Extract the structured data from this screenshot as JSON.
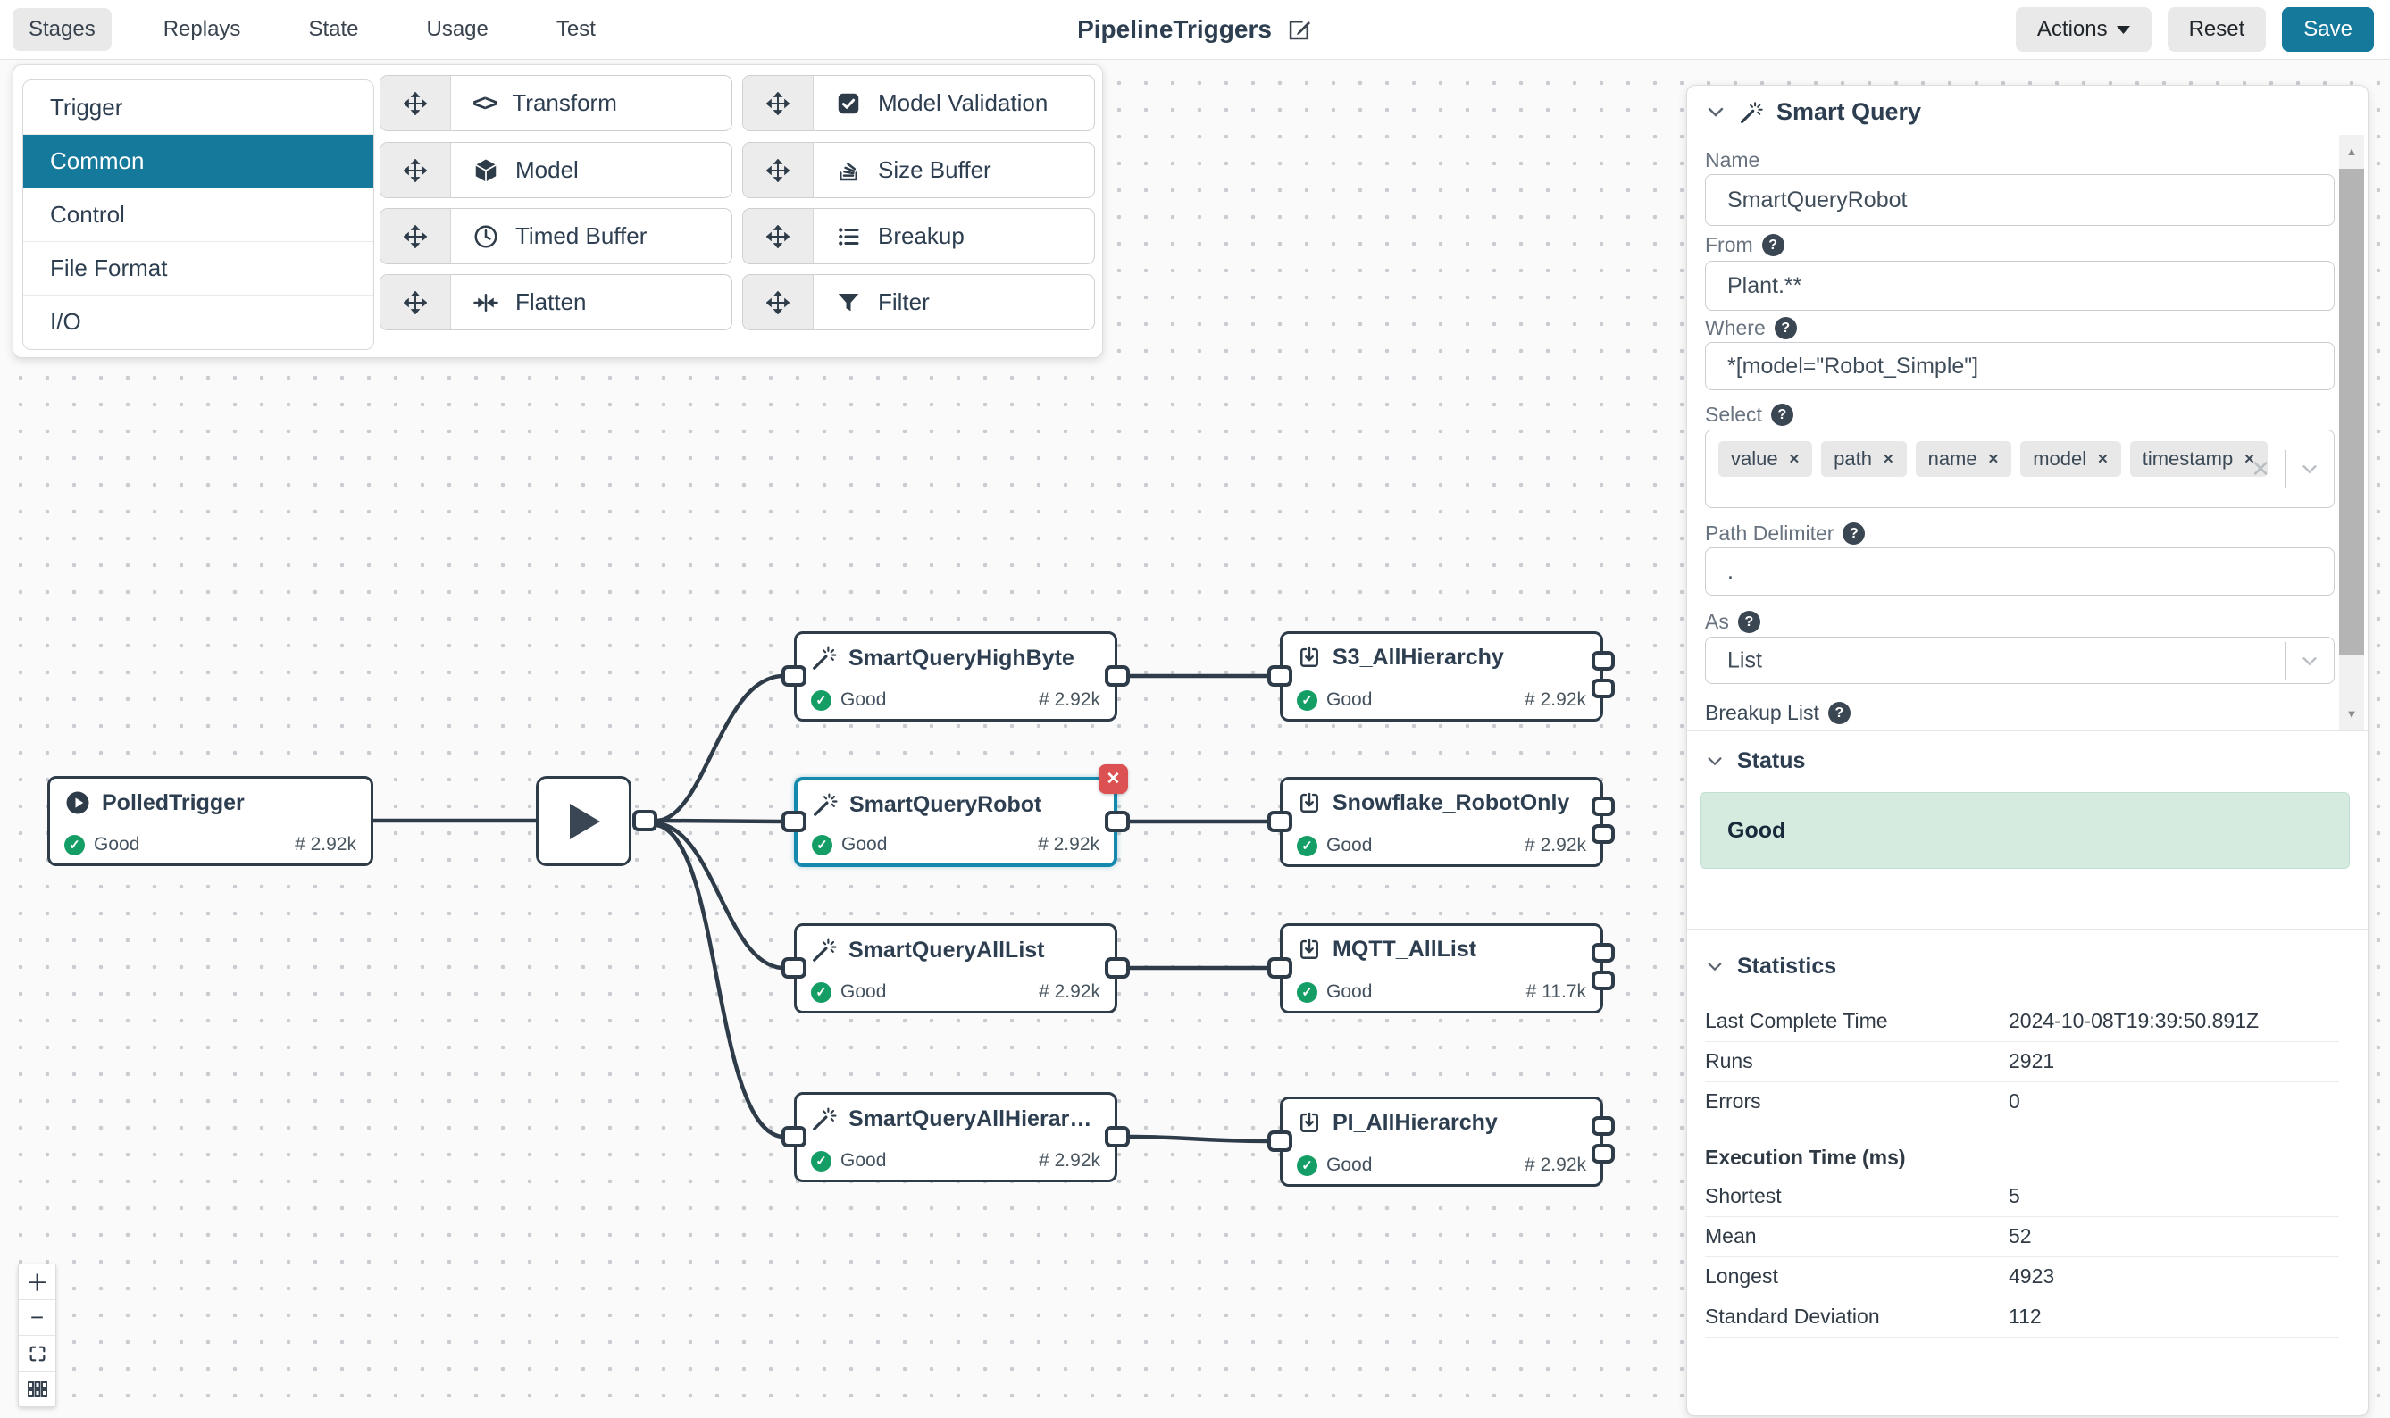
{
  "topbar": {
    "tabs": [
      {
        "label": "Stages",
        "active": true
      },
      {
        "label": "Replays",
        "active": false
      },
      {
        "label": "State",
        "active": false
      },
      {
        "label": "Usage",
        "active": false
      },
      {
        "label": "Test",
        "active": false
      }
    ],
    "title": "PipelineTriggers",
    "actions_label": "Actions",
    "reset_label": "Reset",
    "save_label": "Save"
  },
  "palette": {
    "categories": [
      {
        "label": "Trigger",
        "selected": false
      },
      {
        "label": "Common",
        "selected": true
      },
      {
        "label": "Control",
        "selected": false
      },
      {
        "label": "File Format",
        "selected": false
      },
      {
        "label": "I/O",
        "selected": false
      }
    ],
    "items": [
      {
        "label": "Transform",
        "icon": "code-icon"
      },
      {
        "label": "Model",
        "icon": "cube-icon"
      },
      {
        "label": "Timed Buffer",
        "icon": "clock-icon"
      },
      {
        "label": "Flatten",
        "icon": "flatten-icon"
      },
      {
        "label": "Model Validation",
        "icon": "checkbox-icon"
      },
      {
        "label": "Size Buffer",
        "icon": "stack-icon"
      },
      {
        "label": "Breakup",
        "icon": "list-icon"
      },
      {
        "label": "Filter",
        "icon": "funnel-icon"
      }
    ]
  },
  "canvas": {
    "nodes": {
      "trigger": {
        "title": "PolledTrigger",
        "status": "Good",
        "count": "# 2.92k"
      },
      "highbyte": {
        "title": "SmartQueryHighByte",
        "status": "Good",
        "count": "# 2.92k"
      },
      "robot": {
        "title": "SmartQueryRobot",
        "status": "Good",
        "count": "# 2.92k"
      },
      "alllist": {
        "title": "SmartQueryAllList",
        "status": "Good",
        "count": "# 2.92k"
      },
      "allhier": {
        "title": "SmartQueryAllHierar…",
        "status": "Good",
        "count": "# 2.92k"
      },
      "s3": {
        "title": "S3_AllHierarchy",
        "status": "Good",
        "count": "# 2.92k"
      },
      "snowflake": {
        "title": "Snowflake_RobotOnly",
        "status": "Good",
        "count": "# 2.92k"
      },
      "mqtt": {
        "title": "MQTT_AllList",
        "status": "Good",
        "count": "# 11.7k"
      },
      "pi": {
        "title": "PI_AllHierarchy",
        "status": "Good",
        "count": "# 2.92k"
      }
    }
  },
  "inspector": {
    "header": "Smart Query",
    "name_label": "Name",
    "name_value": "SmartQueryRobot",
    "from_label": "From",
    "from_value": "Plant.**",
    "where_label": "Where",
    "where_value": "*[model=\"Robot_Simple\"]",
    "select_label": "Select",
    "select_tags": [
      "value",
      "path",
      "name",
      "model",
      "timestamp"
    ],
    "path_delimiter_label": "Path Delimiter",
    "path_delimiter_value": ".",
    "as_label": "As",
    "as_value": "List",
    "breakup_label": "Breakup List",
    "status_section": "Status",
    "status_value": "Good",
    "statistics_section": "Statistics",
    "stats": [
      {
        "label": "Last Complete Time",
        "value": "2024-10-08T19:39:50.891Z"
      },
      {
        "label": "Runs",
        "value": "2921"
      },
      {
        "label": "Errors",
        "value": "0"
      }
    ],
    "exec_header": "Execution Time (ms)",
    "exec_stats": [
      {
        "label": "Shortest",
        "value": "5"
      },
      {
        "label": "Mean",
        "value": "52"
      },
      {
        "label": "Longest",
        "value": "4923"
      },
      {
        "label": "Standard Deviation",
        "value": "112"
      }
    ]
  },
  "colors": {
    "accent_teal": "#15799b",
    "selected_node_border": "#1488ad",
    "node_border": "#2e3b49",
    "status_good_green": "#149e66",
    "status_good_bg": "#d6ebe0",
    "delete_red": "#dc5151"
  }
}
